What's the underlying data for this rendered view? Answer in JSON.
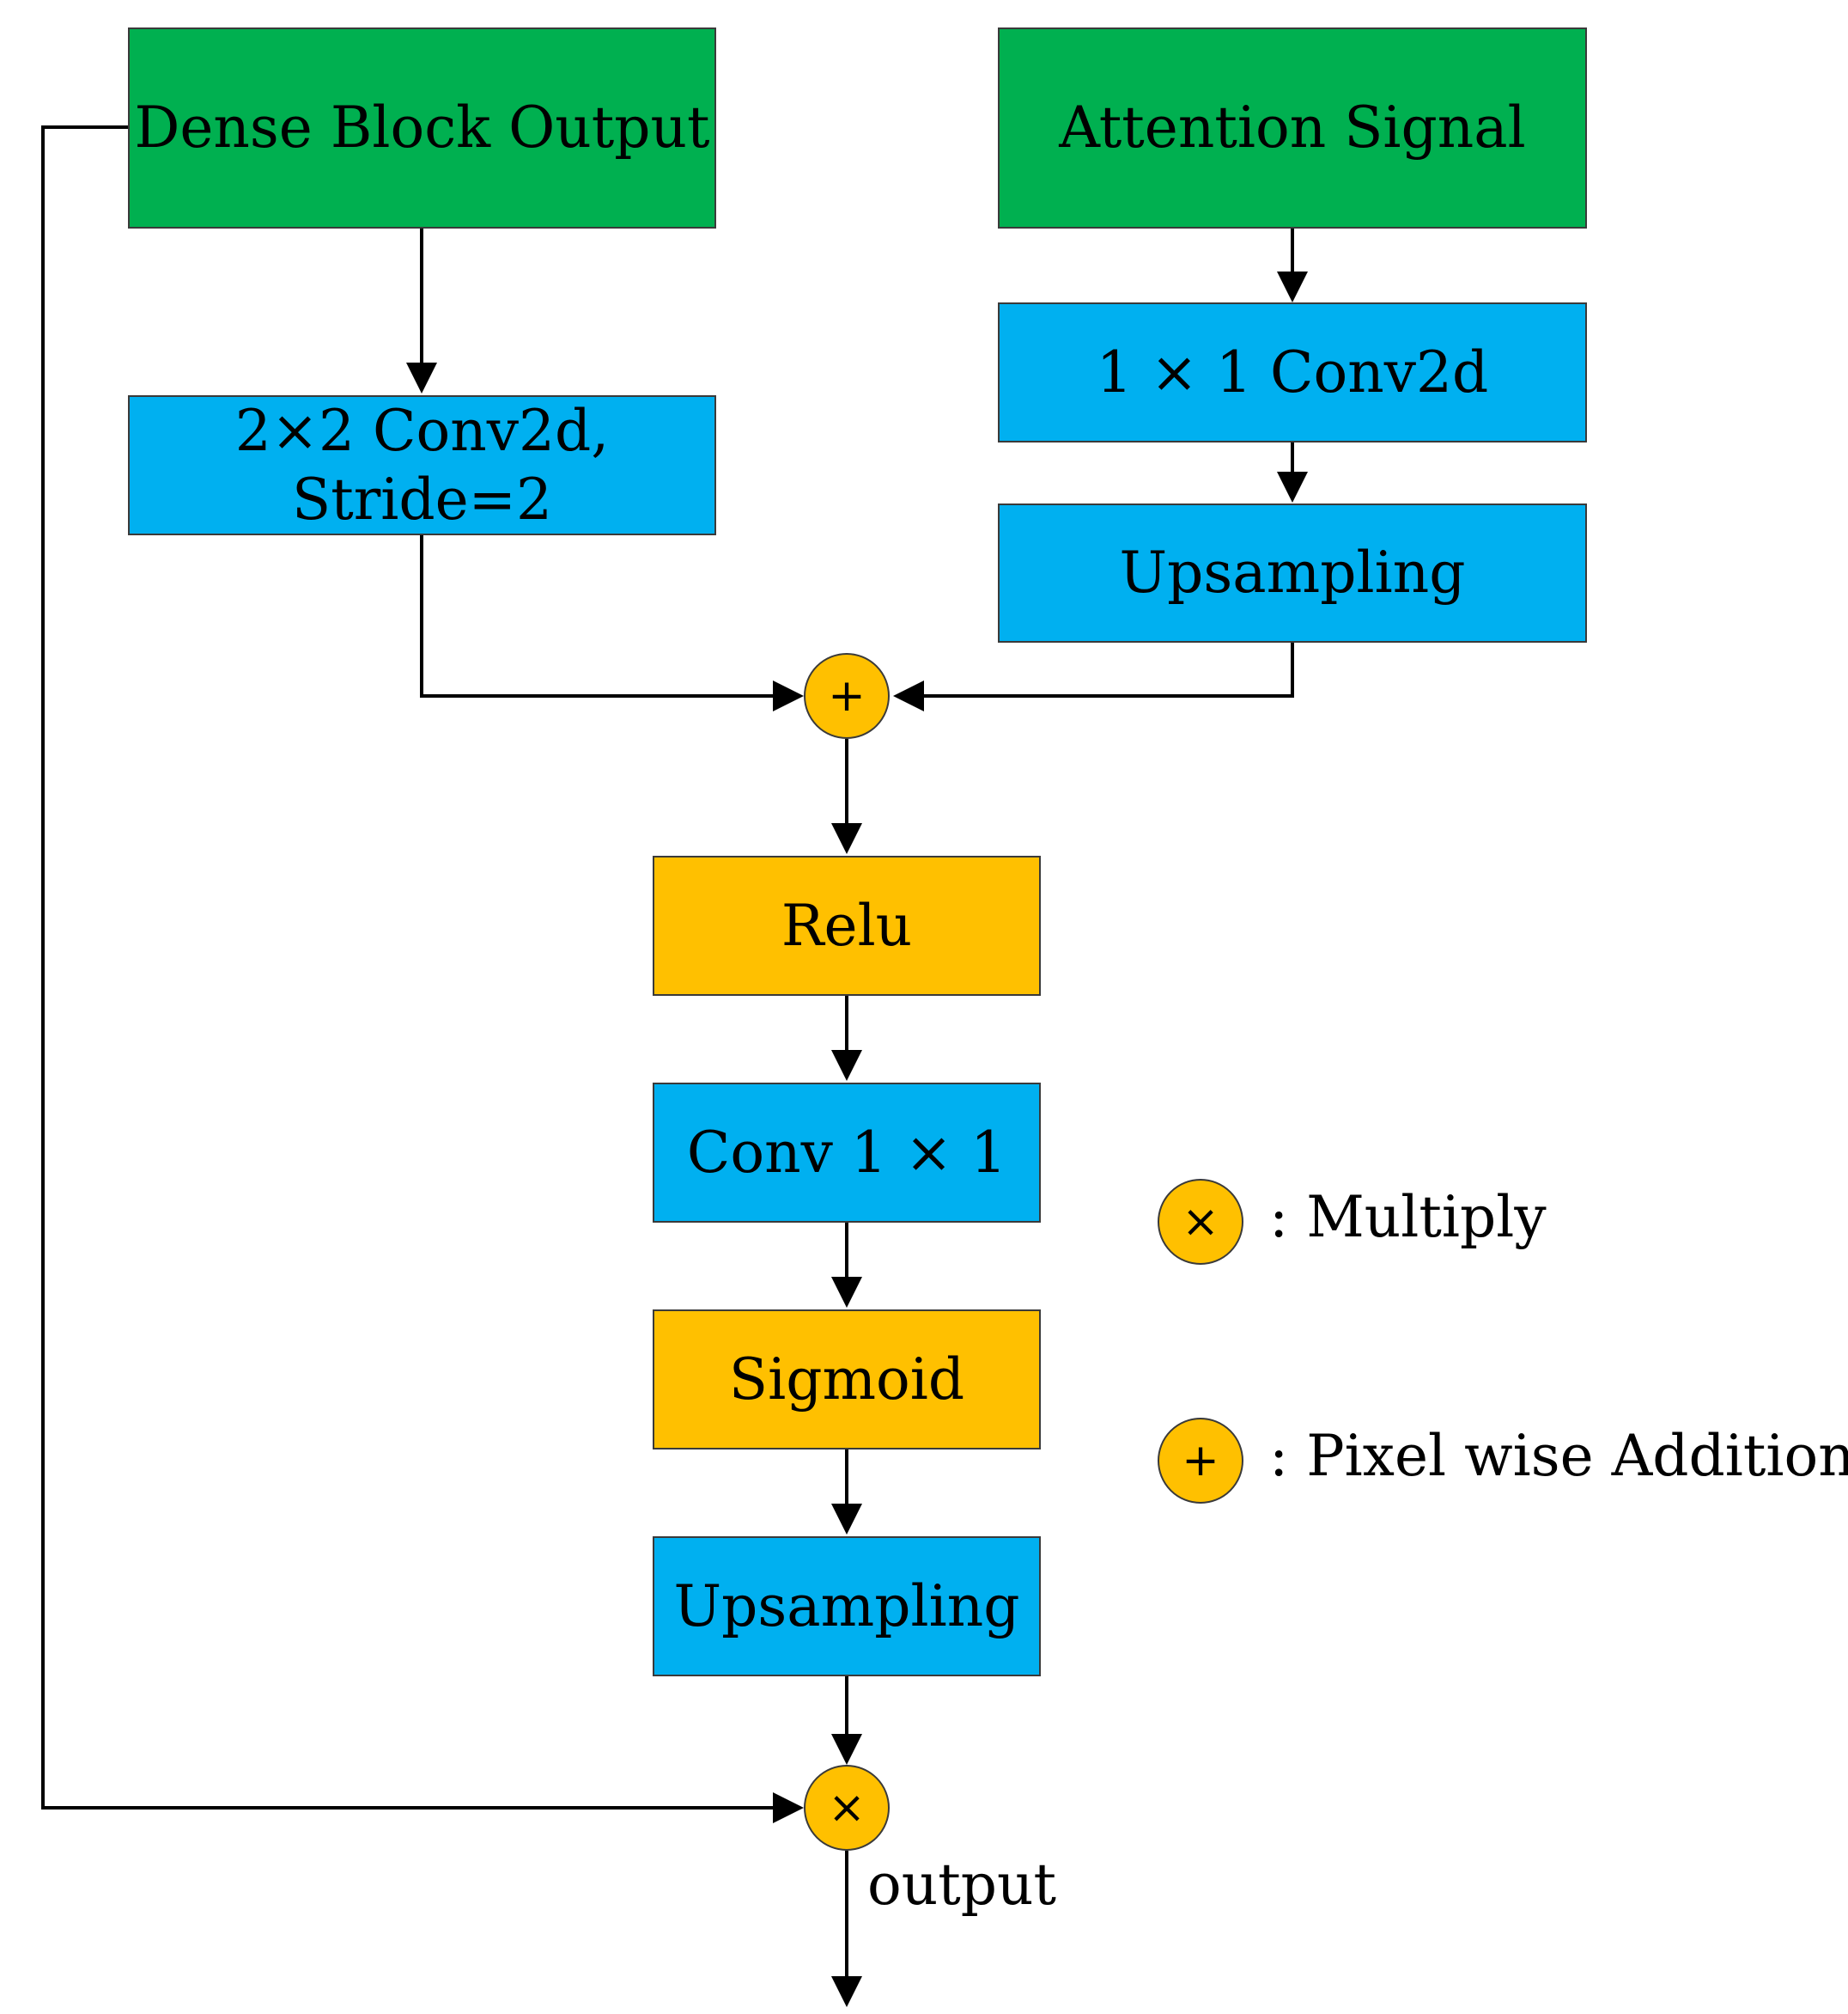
{
  "nodes": {
    "dense_block_output": "Dense Block Output",
    "attention_signal": "Attention Signal",
    "conv2x2": "2×2 Conv2d,\nStride=2",
    "conv1x1_top": "1 × 1 Conv2d",
    "upsampling_top": "Upsampling",
    "relu": "Relu",
    "conv1x1": "Conv 1 × 1",
    "sigmoid": "Sigmoid",
    "upsampling_bottom": "Upsampling"
  },
  "operators": {
    "add_symbol": "+",
    "multiply_symbol": "×"
  },
  "output_label": "output",
  "legend": {
    "multiply": {
      "symbol": "×",
      "label": ": Multiply"
    },
    "addition": {
      "symbol": "+",
      "label": ": Pixel wise Addition"
    }
  },
  "colors": {
    "green": "#00b050",
    "blue": "#00b0f0",
    "orange": "#ffc000"
  }
}
